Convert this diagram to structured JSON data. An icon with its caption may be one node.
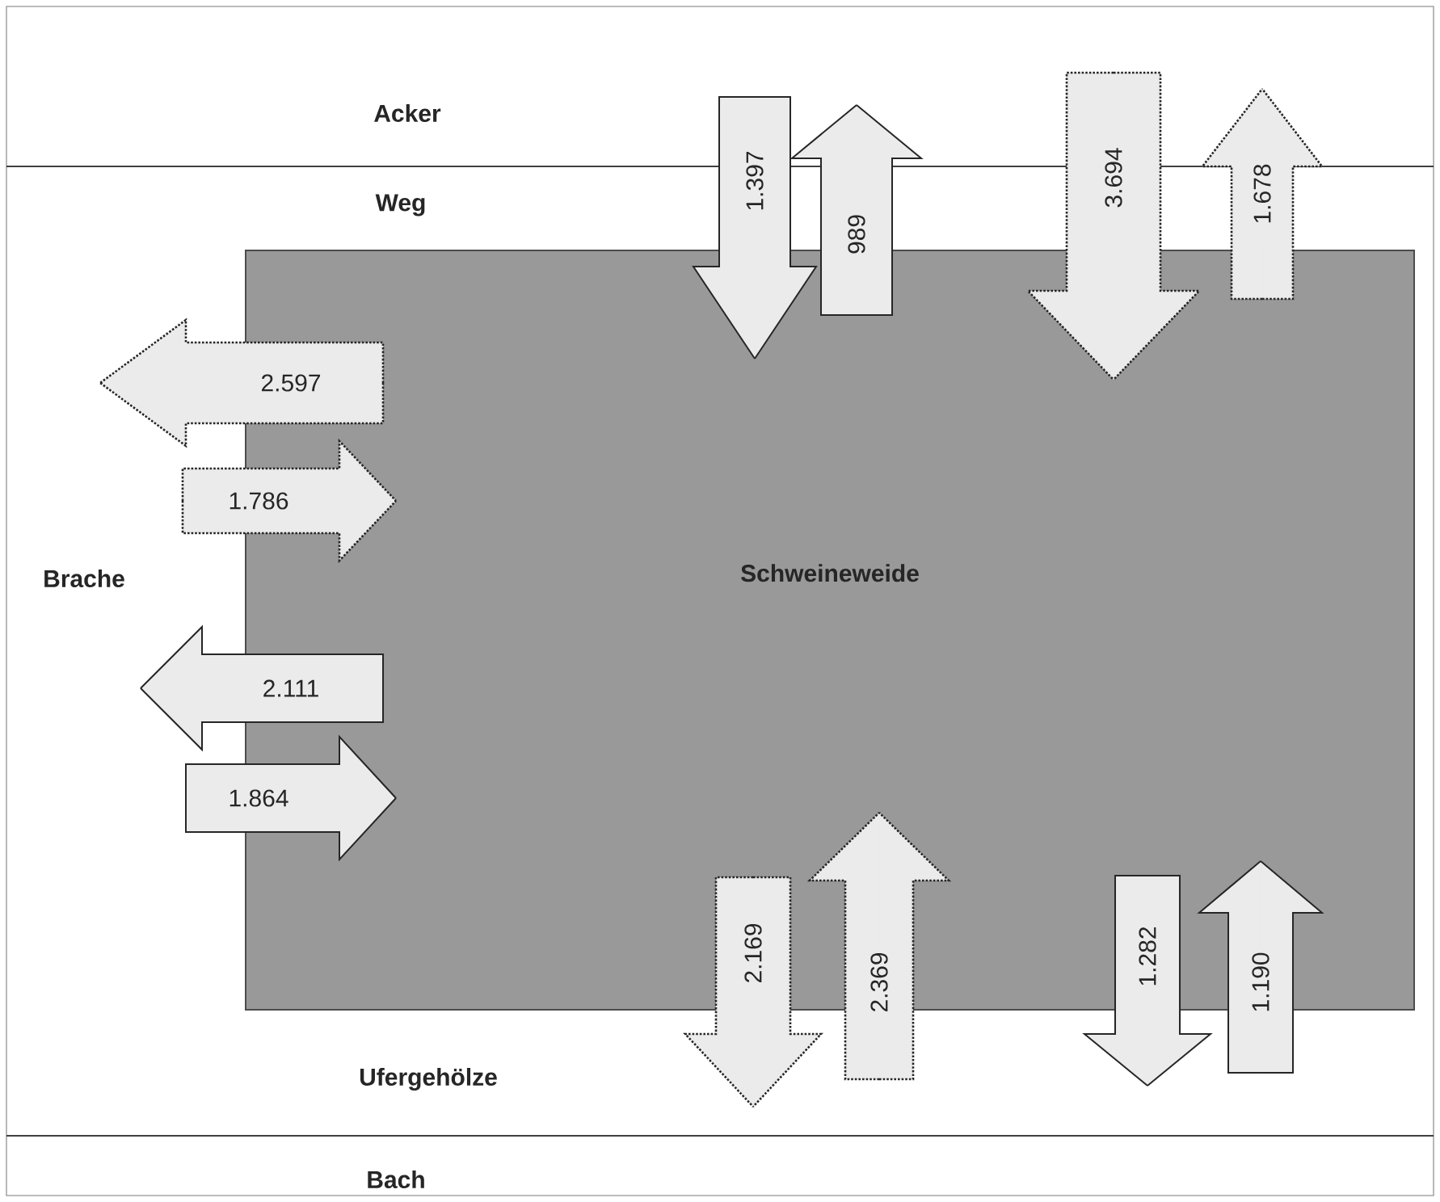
{
  "diagram": {
    "nodes": [
      {
        "text": [
          "Acker"
        ]
      },
      {
        "text": [
          "Weg"
        ]
      },
      {
        "text": [
          "Brache"
        ]
      },
      {
        "text": [
          "Schweineweide"
        ]
      },
      {
        "text": [
          "Ufergehölze"
        ]
      },
      {
        "text": [
          "Bach"
        ]
      }
    ],
    "edges": [
      {
        "from": null,
        "to": 3,
        "arrow": "to",
        "label": "1.397"
      },
      {
        "from": 3,
        "to": null,
        "arrow": "to",
        "label": "989"
      },
      {
        "from": null,
        "to": 3,
        "arrow": "to",
        "label": "3.694",
        "style": "dashed"
      },
      {
        "from": 3,
        "to": null,
        "arrow": "to",
        "label": "1.678",
        "style": "dashed"
      },
      {
        "from": 3,
        "to": 2,
        "arrow": "to",
        "label": "2.597",
        "style": "dashed"
      },
      {
        "from": 2,
        "to": 3,
        "arrow": "to",
        "label": "1.786",
        "style": "dashed"
      },
      {
        "from": 3,
        "to": 2,
        "arrow": "to",
        "label": "2.111"
      },
      {
        "from": null,
        "to": 3,
        "arrow": "to",
        "label": "1.864"
      },
      {
        "from": 3,
        "to": null,
        "arrow": "to",
        "label": "2.169",
        "style": "dashed"
      },
      {
        "from": null,
        "to": 3,
        "arrow": "to",
        "label": "2.369",
        "style": "dashed"
      },
      {
        "from": 3,
        "to": null,
        "arrow": "to",
        "label": "1.282"
      },
      {
        "from": null,
        "to": 3,
        "arrow": "to",
        "label": "1.190"
      }
    ]
  }
}
